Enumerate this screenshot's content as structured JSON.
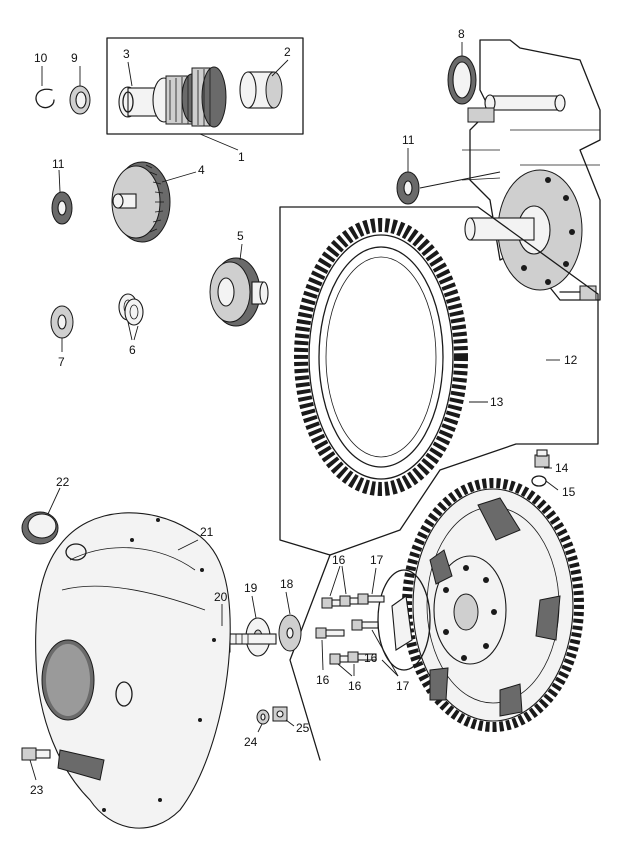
{
  "diagram": {
    "callouts": {
      "c1": "1",
      "c2": "2",
      "c3": "3",
      "c4": "4",
      "c5": "5",
      "c6": "6",
      "c7": "7",
      "c8": "8",
      "c9": "9",
      "c10": "10",
      "c11a": "11",
      "c11b": "11",
      "c12": "12",
      "c13": "13",
      "c14": "14",
      "c15": "15",
      "c16a": "16",
      "c16b": "16",
      "c16c": "16",
      "c16d": "16",
      "c17a": "17",
      "c17b": "17",
      "c18": "18",
      "c19": "19",
      "c20": "20",
      "c21": "21",
      "c22": "22",
      "c23": "23",
      "c24": "24",
      "c25": "25"
    }
  }
}
